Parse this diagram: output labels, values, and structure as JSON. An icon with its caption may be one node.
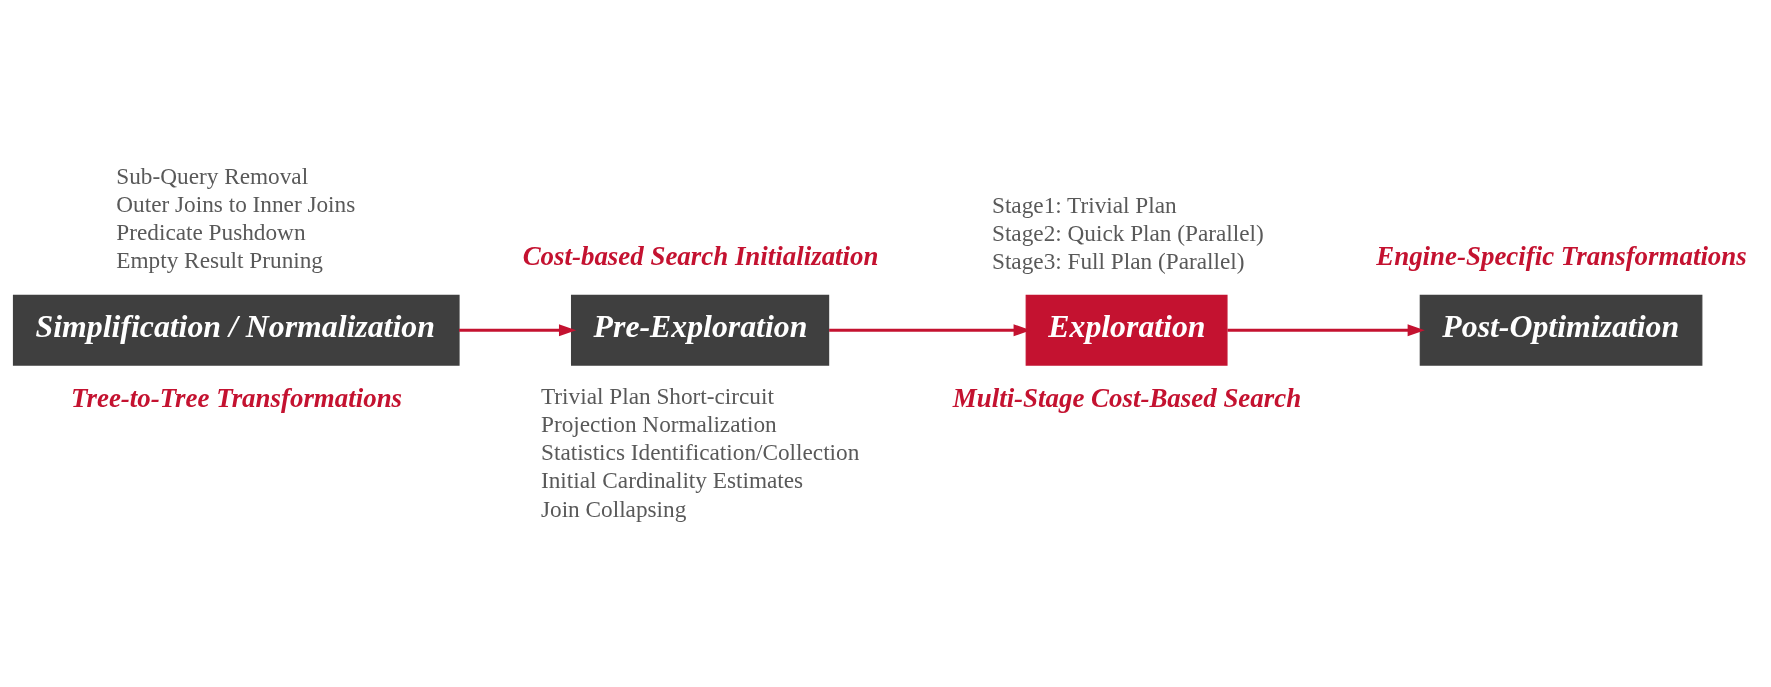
{
  "diagram": {
    "nodes": [
      {
        "text": [
          "Simplification / Normalization"
        ],
        "beside": [
          "Sub-Query Removal",
          "Outer Joins to Inner Joins",
          "Predicate Pushdown",
          "Empty Result Pruning",
          "Tree-to-Tree Transformations"
        ]
      },
      {
        "text": [
          "Pre-Exploration"
        ],
        "beside": [
          "Cost-based Search Initialization",
          "Trivial Plan Short-circuit",
          "Projection Normalization",
          "Statistics Identification/Collection",
          "Initial Cardinality Estimates",
          "Join Collapsing"
        ]
      },
      {
        "text": [
          "Exploration"
        ],
        "beside": [
          "Stage1: Trivial Plan",
          "Stage2: Quick Plan (Parallel)",
          "Stage3: Full Plan (Parallel)",
          "Multi-Stage Cost-Based Search"
        ]
      },
      {
        "text": [
          "Post-Optimization"
        ],
        "beside": [
          "Engine-Specific Transformations"
        ]
      }
    ],
    "edges": [
      {
        "from": 0,
        "to": 1,
        "arrow": "to"
      },
      {
        "from": 1,
        "to": 2,
        "arrow": "to"
      },
      {
        "from": 2,
        "to": 3,
        "arrow": "to"
      }
    ]
  }
}
